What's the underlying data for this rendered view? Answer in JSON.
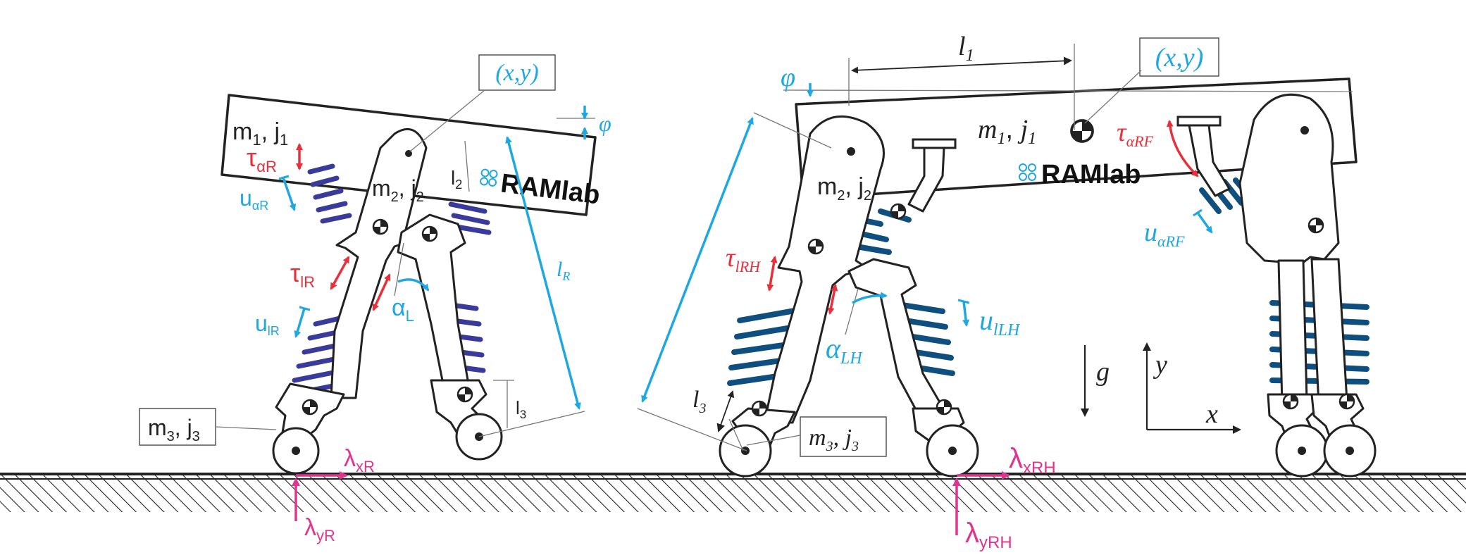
{
  "left_robot": {
    "position": "(x,y)",
    "body": "m",
    "body_sub": "1",
    "body_j": "j",
    "body_j_sub": "1",
    "leg": "m",
    "leg_sub": "2",
    "leg_j": "j",
    "leg_j_sub": "2",
    "foot": "m",
    "foot_sub": "3",
    "foot_j": "j",
    "foot_j_sub": "3",
    "phi": "φ",
    "l2": "l",
    "l2_sub": "2",
    "l3": "l",
    "l3_sub": "3",
    "lR": "l",
    "lR_sub": "R",
    "tau_aR": "τ",
    "tau_aR_sub": "αR",
    "u_aR": "u",
    "u_aR_sub": "αR",
    "tau_lR": "τ",
    "tau_lR_sub": "lR",
    "u_lR": "u",
    "u_lR_sub": "lR",
    "alpha_L": "α",
    "alpha_L_sub": "L",
    "lambda_xR": "λ",
    "lambda_xR_sub": "xR",
    "lambda_yR": "λ",
    "lambda_yR_sub": "yR",
    "logo": "RAMlab"
  },
  "right_robot": {
    "position": "(x,y)",
    "l1": "l",
    "l1_sub": "1",
    "phi": "φ",
    "body": "m",
    "body_sub": "1",
    "body_j": "j",
    "body_j_sub": "1",
    "leg": "m",
    "leg_sub": "2",
    "leg_j": "j",
    "leg_j_sub": "2",
    "foot": "m",
    "foot_sub": "3",
    "foot_j": "j",
    "foot_j_sub": "3",
    "l3": "l",
    "l3_sub": "3",
    "tau_aRF": "τ",
    "tau_aRF_sub": "αRF",
    "u_aRF": "u",
    "u_aRF_sub": "αRF",
    "tau_lRH": "τ",
    "tau_lRH_sub": "lRH",
    "alpha_LH": "α",
    "alpha_LH_sub": "LH",
    "u_lLH": "u",
    "u_lLH_sub": "lLH",
    "lambda_xRH": "λ",
    "lambda_xRH_sub": "xRH",
    "lambda_yRH": "λ",
    "lambda_yRH_sub": "yRH",
    "logo": "RAMlab"
  },
  "frame": {
    "gravity": "g",
    "x_axis": "x",
    "y_axis": "y"
  },
  "colors": {
    "input": "#1ea7e1",
    "torque": "#e8303a",
    "contact_force": "#e0358f",
    "spring_left": "#3a3a9a",
    "spring_right": "#0f4f80"
  }
}
